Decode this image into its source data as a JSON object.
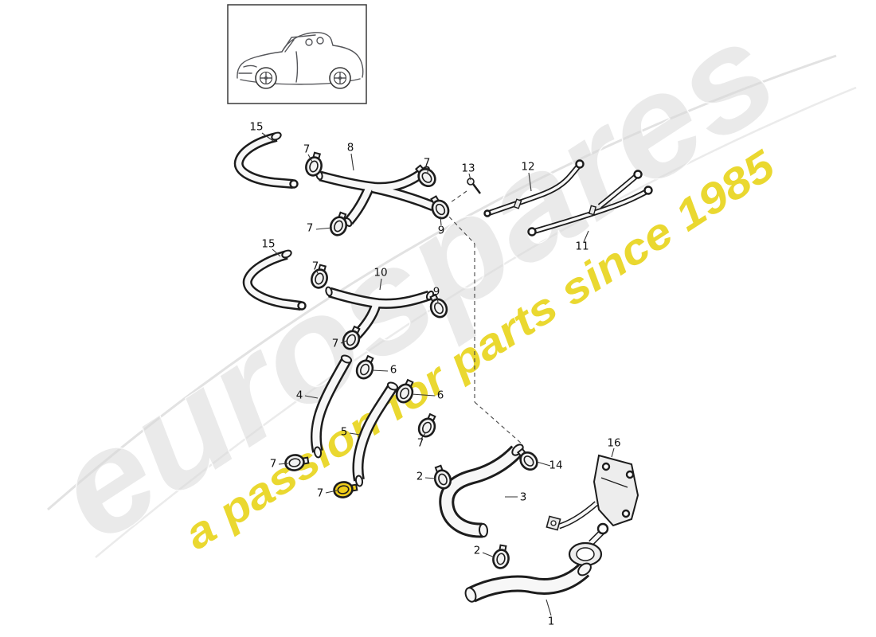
{
  "page": {
    "background": "#ffffff",
    "line_color": "#1c1c1c"
  },
  "watermark": {
    "brand": "eurospares",
    "tagline": "a passion for parts since 1985",
    "brand_color": "#d8d8d8",
    "tagline_color": "#e8d51e"
  },
  "vehicle": {
    "thumbnail_alt": "convertible-car-line-drawing"
  },
  "highlight": {
    "part_label": "7",
    "color": "#f0cd1a"
  },
  "callouts": [
    {
      "label": "15"
    },
    {
      "label": "7"
    },
    {
      "label": "8"
    },
    {
      "label": "7"
    },
    {
      "label": "13"
    },
    {
      "label": "12"
    },
    {
      "label": "7"
    },
    {
      "label": "9"
    },
    {
      "label": "11"
    },
    {
      "label": "15"
    },
    {
      "label": "7"
    },
    {
      "label": "10"
    },
    {
      "label": "9"
    },
    {
      "label": "7"
    },
    {
      "label": "6"
    },
    {
      "label": "4"
    },
    {
      "label": "6"
    },
    {
      "label": "5"
    },
    {
      "label": "7"
    },
    {
      "label": "7"
    },
    {
      "label": "2"
    },
    {
      "label": "14"
    },
    {
      "label": "16"
    },
    {
      "label": "7"
    },
    {
      "label": "3"
    },
    {
      "label": "2"
    },
    {
      "label": "1"
    }
  ]
}
